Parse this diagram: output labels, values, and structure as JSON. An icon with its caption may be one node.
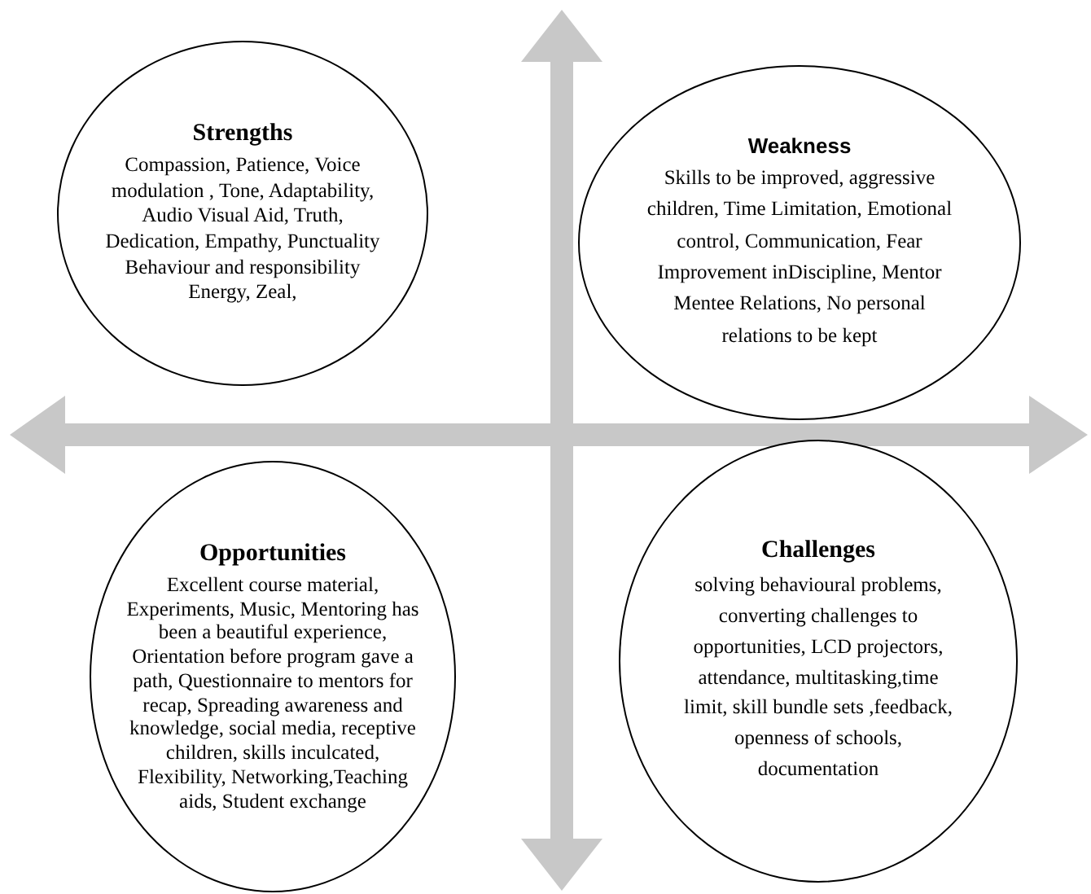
{
  "diagram": {
    "nodes": [
      {
        "text": [
          "Strengths",
          "Compassion, Patience, Voice modulation , Tone, Adaptability, Audio Visual Aid, Truth, Dedication, Empathy, Punctuality Behaviour and responsibility Energy, Zeal,"
        ]
      },
      {
        "text": [
          "Weakness",
          "Skills to be improved, aggressive children, Time Limitation, Emotional control, Communication, Fear Improvement inDiscipline, Mentor Mentee Relations, No personal relations to be kept"
        ]
      },
      {
        "text": [
          "Opportunities",
          "Excellent course material, Experiments, Music, Mentoring has been a beautiful experience, Orientation before program gave a path, Questionnaire to mentors for recap, Spreading awareness and knowledge, social media, receptive children, skills inculcated, Flexibility, Networking,Teaching aids, Student exchange"
        ]
      },
      {
        "text": [
          "Challenges",
          "solving behavioural problems, converting challenges to opportunities, LCD projectors, attendance, multitasking,time limit, skill bundle sets ,feedback, openness of schools, documentation"
        ]
      }
    ]
  }
}
